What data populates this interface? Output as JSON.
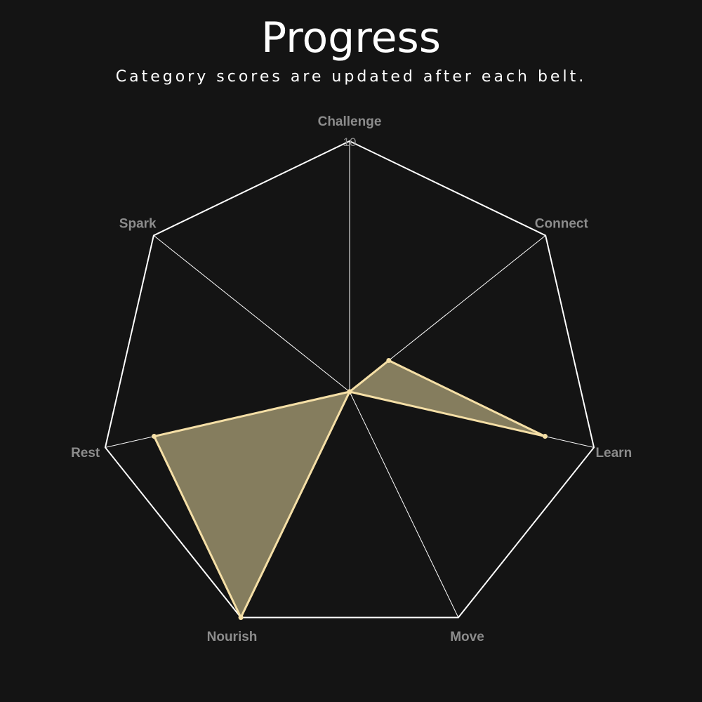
{
  "header": {
    "title": "Progress",
    "subtitle": "Category scores are updated after each belt."
  },
  "colors": {
    "background": "#141414",
    "grid": "#ffffff",
    "axis_label": "#8c8c8c",
    "series_stroke": "#f5dfa6",
    "series_fill": "#f5e6a8",
    "series_fill_opacity": 0.5
  },
  "chart_data": {
    "type": "radar",
    "axes": [
      "Challenge",
      "Connect",
      "Learn",
      "Move",
      "Nourish",
      "Rest",
      "Spark"
    ],
    "tick_labels": [
      "10"
    ],
    "range": [
      0,
      10
    ],
    "grid": true,
    "series": [
      {
        "values": [
          0,
          2,
          8,
          0,
          10,
          8,
          0
        ]
      }
    ]
  }
}
